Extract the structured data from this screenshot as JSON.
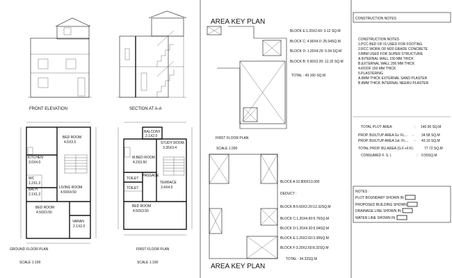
{
  "drawings": {
    "front_elevation_label": "FRONT ELEVATION",
    "section_label": "SECTION AT A-A",
    "ground_floor_label": "GROUND FLOOR PLAN",
    "first_floor_label": "FIRST FLOOR PLAN",
    "scale_ground": "SCALE 1:100",
    "scale_first": "SCALE 1:100"
  },
  "ground_rooms": [
    {
      "name": "BED ROOM",
      "size": "4.5X3.5"
    },
    {
      "name": "KITCHEN",
      "size": "3.0X4.0"
    },
    {
      "name": "WC",
      "size": "1.2X1.2"
    },
    {
      "name": "BATH",
      "size": "2.1X1.2"
    },
    {
      "name": "LIVING ROOM",
      "size": "4.50X4.50"
    },
    {
      "name": "BED ROOM",
      "size": "4.50X3.50"
    },
    {
      "name": "VARAN",
      "size": "2.1X2.0"
    }
  ],
  "first_rooms": [
    {
      "name": "BALCONY",
      "size": "2.1X2.0"
    },
    {
      "name": "STUDY ROOM",
      "size": "3.35X3.4"
    },
    {
      "name": "M.BED ROOM",
      "size": "4.2X3.50"
    },
    {
      "name": "TOILET",
      "size": ""
    },
    {
      "name": "TOILET",
      "size": ""
    },
    {
      "name": "PASSAGE",
      "size": ""
    },
    {
      "name": "TERRACE",
      "size": "3.4X4.5"
    },
    {
      "name": "BED ROOM",
      "size": "4.50X3.50"
    }
  ],
  "area_key": {
    "title_top": "AREA KEY PLAN",
    "title_bottom": "AREA KEY PLAN",
    "first_floor_label": "FIRST FLOOR PLAN",
    "scale": "SCALE 1:200",
    "blocks_first": [
      "BLOCK E:1.20X2.60: 3.12 SQ.M",
      "BLOCK C: 4.90X4.0: 25.04SQ.M",
      "BLOCK D: 1.20X4.20: 5.04 SQ.M",
      "BLOCK B: 5.60X2.20: 12.32 SQ.M"
    ],
    "total_first": "TOTAL : 43.160 SQ.M",
    "block_a": "BLOCK A   10.800X13.000",
    "deduct": "DEDUCT :",
    "blocks_deduct": [
      "BLOCK B:5.60X2.20:12.32SQ.M",
      "BLOCK C:1.20X4.60:5.76SQ.M",
      "BLOCK D:1.20X4.20:5.04SQ.M",
      "BLOCK E:1.20X2.60:3.38SQ.M",
      "BLOCK F:3.20X2.60:8.32SQ.M"
    ],
    "total_deduct": "TOTAL : 34.32SQ.M"
  },
  "construction_notes": {
    "header": "CONSTRUCTION NOTES",
    "title": "CONSTRUCTION NOTES",
    "items": [
      "1.PCC BED OF IS USED FOR FOOTING",
      "2.RCC WORK OF M20 GRADE CONCRETE",
      "3.BBM USED FOR SUPER STRUCTURE",
      "A.INTERNAL WALL 150 MM THICK",
      "B.EXTERNAL WALL 200 MM THICK",
      "4.ROOF 150 MM THICK",
      "5.PLASTERING",
      "A.8MM THICK EXTERNAL SAND PLASTER",
      "B.8MM THICK INTERNAL NEERU PLASTER"
    ]
  },
  "areas": [
    {
      "label": "TOTAL PLOT AREA",
      "dots": ":",
      "value": "140.90 SQ.M"
    },
    {
      "label": "PROP. BUILTUP AREA Gr. FL...",
      "dots": "-",
      "value": "34.58 SQ.M"
    },
    {
      "label": "PROP. BUILTUP AREA 1st. FL...",
      "dots": "-",
      "value": "43.16 SQ.M"
    },
    {
      "label": "TOTAL PROP. BU.AREA (G.F.+F.F):",
      "dots": "",
      "value": "77.72 SQ.M"
    },
    {
      "label": "CONSUMED F. S. I.",
      "dots": ":",
      "value": "0.55SQ.M"
    }
  ],
  "legend": {
    "title": "NOTES :",
    "items": [
      "PLOT BOUNDARY SHOWN IN",
      "PROPOSED BUILDING SHOWN IN",
      "DRAINAGE LINE SHOWN IN",
      "WATER LINE SHOWN IN"
    ]
  }
}
